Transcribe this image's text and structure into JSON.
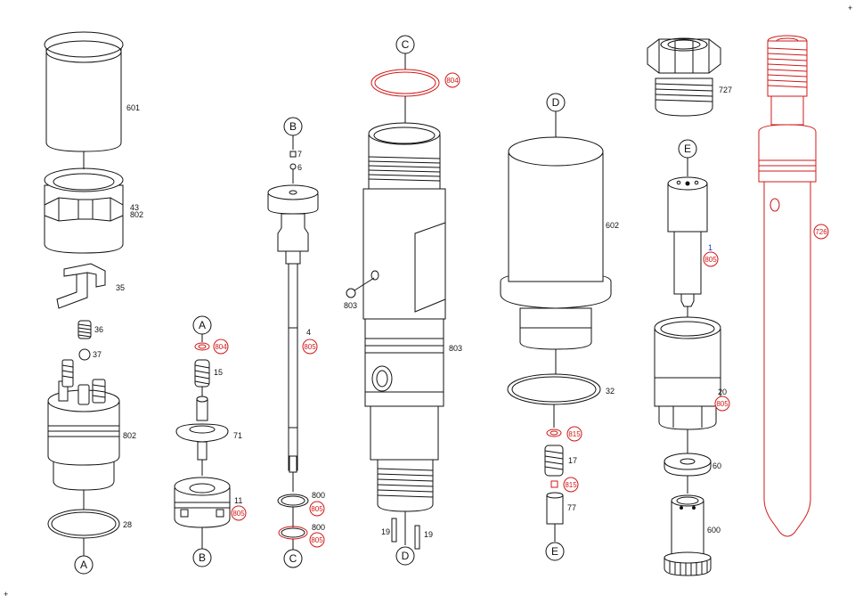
{
  "part_labels": {
    "p601": "601",
    "p43": "43",
    "p802a": "802",
    "p35": "35",
    "p36": "36",
    "p37": "37",
    "p802b": "802",
    "p28": "28",
    "p804a": "804",
    "p15": "15",
    "p71": "71",
    "p11": "11",
    "p805a": "805",
    "p7": "7",
    "p6": "6",
    "p4": "4",
    "p805b": "805",
    "p800a": "800",
    "p805c": "805",
    "p800b": "800",
    "p805d": "805",
    "p804b": "804",
    "p803a": "803",
    "p803b": "803",
    "p19a": "19",
    "p19b": "19",
    "p602": "602",
    "p32": "32",
    "p815a": "815",
    "p17": "17",
    "p815b": "815",
    "p77": "77",
    "p727": "727",
    "p1": "1",
    "p805e": "805",
    "p20": "20",
    "p805f": "805",
    "p60": "60",
    "p600": "600",
    "p726": "726"
  },
  "callouts": {
    "a_top": "A",
    "a_bottom": "A",
    "b_top": "B",
    "b_bottom": "B",
    "c_top": "C",
    "c_bottom": "C",
    "d_top": "D",
    "d_bottom": "D",
    "e_top": "E",
    "e_bottom": "E"
  },
  "colors": {
    "line": "#111111",
    "highlight": "#d01818",
    "accent": "#1a2fd0"
  }
}
